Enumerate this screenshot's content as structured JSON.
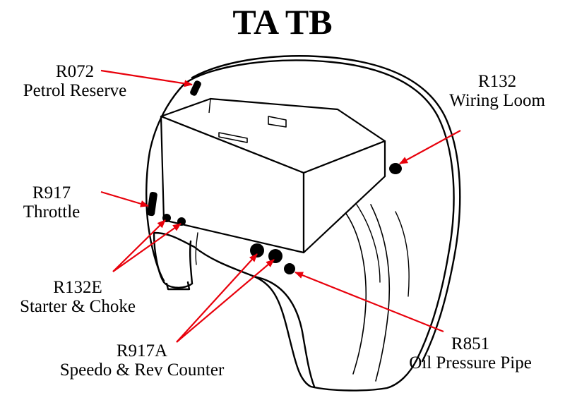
{
  "title": "TA TB",
  "colors": {
    "arrow": "#e8000b",
    "ink": "#000000",
    "background": "#ffffff"
  },
  "callouts": [
    {
      "id": "petrol-reserve",
      "code": "R072",
      "description": "Petrol Reserve"
    },
    {
      "id": "wiring-loom",
      "code": "R132",
      "description": "Wiring Loom"
    },
    {
      "id": "throttle",
      "code": "R917",
      "description": "Throttle"
    },
    {
      "id": "starter-choke",
      "code": "R132E",
      "description": "Starter & Choke"
    },
    {
      "id": "speedo-rev",
      "code": "R917A",
      "description": "Speedo & Rev Counter"
    },
    {
      "id": "oil-pressure",
      "code": "R851",
      "description": "Oil Pressure Pipe"
    }
  ]
}
